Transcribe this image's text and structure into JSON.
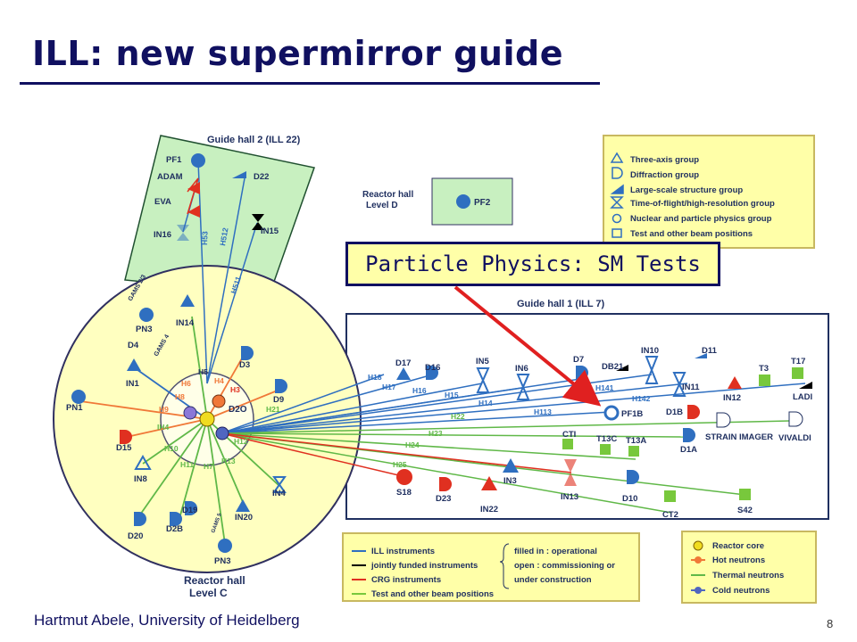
{
  "slide": {
    "title": "ILL: new supermirror guide",
    "footer": "Hartmut Abele, University of Heidelberg",
    "page_number": "8",
    "callout": "Particle Physics: SM Tests"
  },
  "diagram": {
    "guide_hall_2": "Guide hall 2 (ILL 22)",
    "guide_hall_1": "Guide hall 1 (ILL 7)",
    "reactor_hall_d": [
      "Reactor hall",
      "Level D"
    ],
    "reactor_hall_c": [
      "Reactor hall",
      "Level C"
    ],
    "pf2": "PF2",
    "core_label": "D2O",
    "legend_groups": [
      {
        "icon": "triangle",
        "text": "Three-axis group"
      },
      {
        "icon": "half-disc",
        "text": "Diffraction group"
      },
      {
        "icon": "flag",
        "text": "Large-scale structure group"
      },
      {
        "icon": "hourglass",
        "text": "Time-of-flight/high-resolution group"
      },
      {
        "icon": "circle",
        "text": "Nuclear and particle physics group"
      },
      {
        "icon": "square",
        "text": "Test and other beam positions"
      }
    ],
    "legend_lines": [
      {
        "color": "#2f6fc0",
        "text": "ILL instruments"
      },
      {
        "color": "#000000",
        "text": "jointly funded instruments"
      },
      {
        "color": "#e03020",
        "text": "CRG instruments"
      },
      {
        "color": "#78c83c",
        "text": "Test and other beam positions"
      }
    ],
    "legend_status": [
      "filled in : operational",
      "open :  commissioning or",
      "under construction"
    ],
    "legend_sources": [
      {
        "color": "#f0dc20",
        "text": "Reactor core"
      },
      {
        "color": "#f07838",
        "text": "Hot neutrons"
      },
      {
        "color": "#60b848",
        "text": "Thermal neutrons"
      },
      {
        "color": "#5066c0",
        "text": "Cold neutrons"
      }
    ],
    "beam_labels": [
      "H5",
      "H6",
      "H4",
      "H3",
      "H8",
      "H9",
      "H21",
      "H22",
      "H23",
      "H24",
      "H25",
      "H12",
      "H13",
      "H11",
      "H10",
      "H7",
      "IH4",
      "H18",
      "H17",
      "H16",
      "H15",
      "H14",
      "H113",
      "H141",
      "H142",
      "H53",
      "H512",
      "H511"
    ],
    "instruments": [
      "PF1",
      "ADAM",
      "EVA",
      "IN16",
      "D22",
      "IN15",
      "GAMS 2/3",
      "PN3",
      "IN14",
      "GAMS 4",
      "D4",
      "IN1",
      "D3",
      "D9",
      "PN1",
      "D15",
      "IN8",
      "D20",
      "D2B",
      "D19",
      "IN20",
      "IN4",
      "GAMS 5",
      "PN3",
      "D17",
      "D16",
      "IN5",
      "IN6",
      "D7",
      "DB21",
      "IN10",
      "D11",
      "IN11",
      "IN12",
      "T3",
      "T17",
      "LADI",
      "PF1B",
      "D1B",
      "STRAIN IMAGER",
      "VIVALDI",
      "D1A",
      "CTI",
      "T13C",
      "T13A",
      "S18",
      "D23",
      "IN22",
      "IN3",
      "IN13",
      "D10",
      "CT2",
      "S42"
    ]
  },
  "colors": {
    "title": "#101060",
    "hall_green": "#c8f0c0",
    "reactor_yellow": "#ffffc0",
    "legend_bg": "#ffffa8",
    "ill_blue": "#2f6fc0",
    "crg_red": "#e03020",
    "test_green": "#78c83c",
    "hot_orange": "#f07838",
    "arrow_red": "#e02020"
  }
}
